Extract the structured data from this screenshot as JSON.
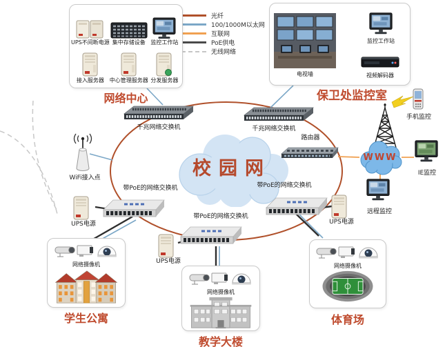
{
  "legend": {
    "items": [
      {
        "label": "光纤",
        "color": "#b0502a",
        "style": "solid"
      },
      {
        "label": "100/1000M以太网",
        "color": "#7ba7c7",
        "style": "solid"
      },
      {
        "label": "互联网",
        "color": "#f0a050",
        "style": "solid"
      },
      {
        "label": "PoE供电",
        "color": "#4a4a4a",
        "style": "solid"
      },
      {
        "label": "无线网络",
        "color": "#c6c6c6",
        "style": "dashed"
      }
    ]
  },
  "network_center": {
    "title": "网络中心",
    "devices": [
      {
        "label": "UPS不间断电源",
        "icon": "ups-pair-icon"
      },
      {
        "label": "集中存储设备",
        "icon": "storage-rack-icon"
      },
      {
        "label": "监控工作站",
        "icon": "monitor-icon"
      },
      {
        "label": "接入服务器",
        "icon": "server-tower-icon"
      },
      {
        "label": "中心管理服务器",
        "icon": "server-tower-icon"
      },
      {
        "label": "分发服务器",
        "icon": "server-tower-icon"
      }
    ]
  },
  "security_room": {
    "title": "保卫处监控室",
    "tv_wall_label": "电视墙",
    "workstation_label": "监控工作站",
    "decoder_label": "视频解码器"
  },
  "core": {
    "cloud_label": "校园网",
    "gig_switches": [
      "千兆网络交换机",
      "千兆网络交换机"
    ],
    "poe_switches": [
      "带PoE的网络交换机",
      "带PoE的网络交换机",
      "带PoE的网络交换机"
    ],
    "router_label": "路由器",
    "wifi_ap_label": "WiFi接入点",
    "ups_labels": [
      "UPS电源",
      "UPS电源",
      "UPS电源"
    ]
  },
  "internet": {
    "cloud_label": "WWW",
    "phone_label": "手机监控",
    "ie_label": "IE监控",
    "remote_label": "远程监控"
  },
  "sites": [
    {
      "title": "学生公寓",
      "camera_label": "网络摄像机"
    },
    {
      "title": "教学大楼",
      "camera_label": "网络摄像机"
    },
    {
      "title": "体育场",
      "camera_label": "网络摄像机"
    }
  ],
  "colors": {
    "fiber": "#b0502a",
    "ethernet": "#7ba7c7",
    "internet": "#f0a050",
    "poe": "#2e2e2e",
    "wireless": "#c8c8c8",
    "accent_red": "#bf4b2e",
    "campus_cloud": "#d3e4f4",
    "www_cloud": "#7db8e8"
  }
}
